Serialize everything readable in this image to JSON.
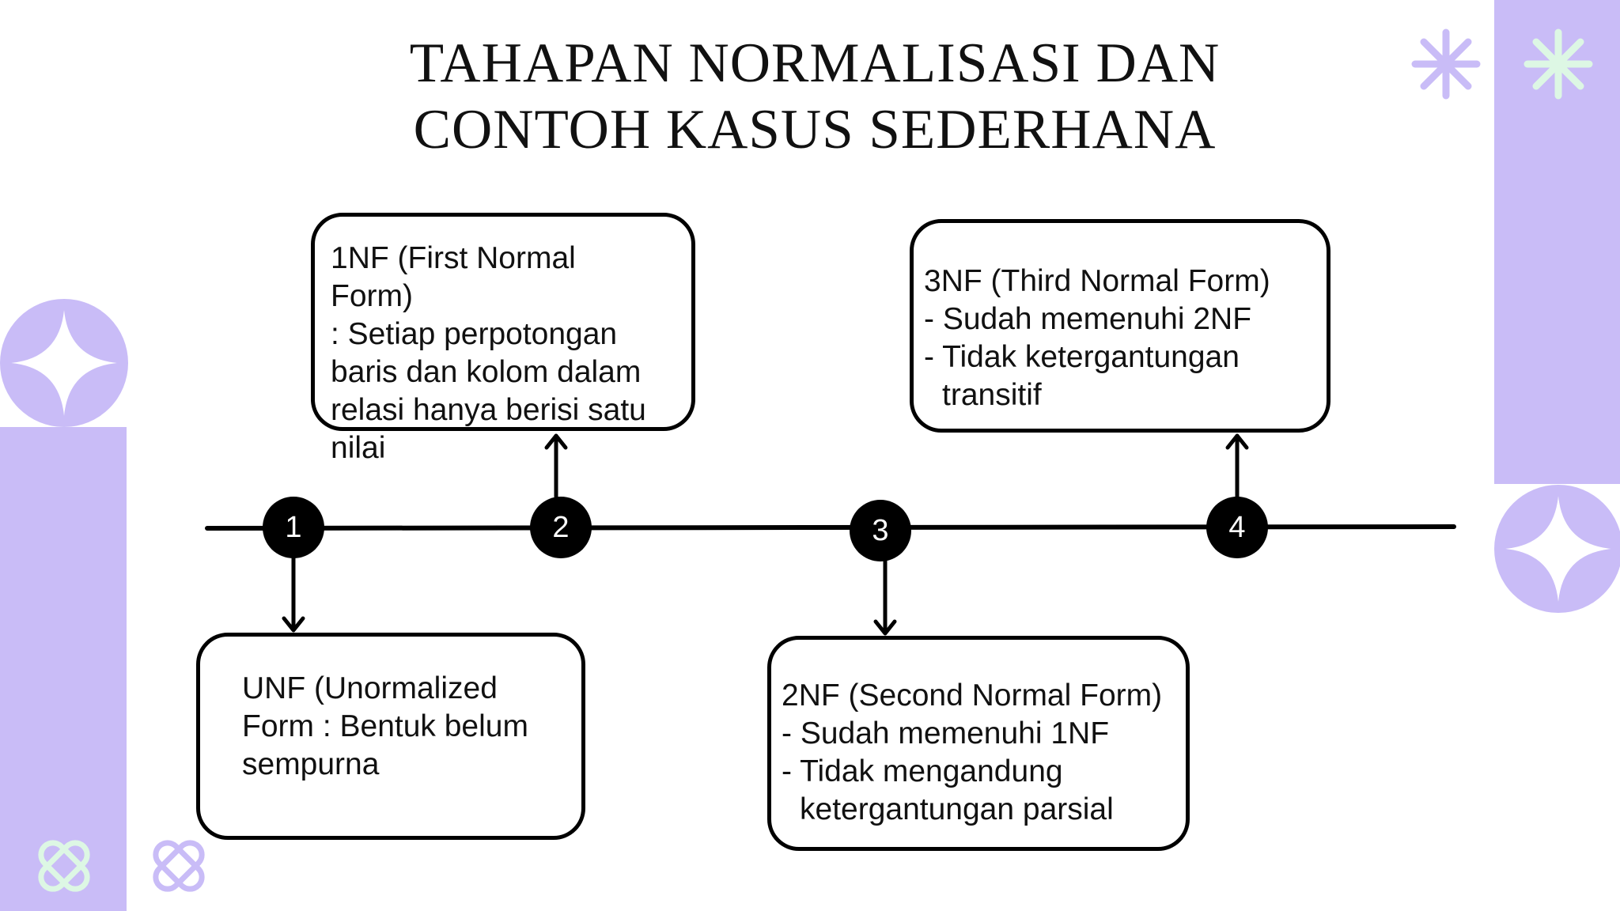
{
  "title": {
    "line1": "TAHAPAN NORMALISASI DAN",
    "line2": "CONTOH KASUS SEDERHANA"
  },
  "steps": [
    {
      "number": "1",
      "lines": [
        "UNF (Unormalized",
        "Form : Bentuk belum",
        "sempurna"
      ]
    },
    {
      "number": "2",
      "lines": [
        "1NF (First Normal",
        "Form)",
        ": Setiap perpotongan",
        "baris dan kolom dalam",
        "relasi hanya berisi satu",
        "nilai"
      ]
    },
    {
      "number": "3",
      "lines": [
        "2NF (Second Normal Form)",
        "- Sudah memenuhi 1NF",
        "- Tidak mengandung",
        "ketergantungan parsial"
      ]
    },
    {
      "number": "4",
      "lines": [
        "3NF (Third Normal Form)",
        "- Sudah memenuhi 2NF",
        "- Tidak ketergantungan",
        "transitif"
      ]
    }
  ],
  "colors": {
    "accent_lavender": "#C9BCF7",
    "accent_mint": "#DDF7E4",
    "line": "#000000"
  },
  "decorations": [
    "asterisk-icon",
    "asterisk-icon",
    "sparkle-ring-icon",
    "sparkle-ring-icon",
    "cross-knot-icon",
    "cross-knot-icon"
  ]
}
